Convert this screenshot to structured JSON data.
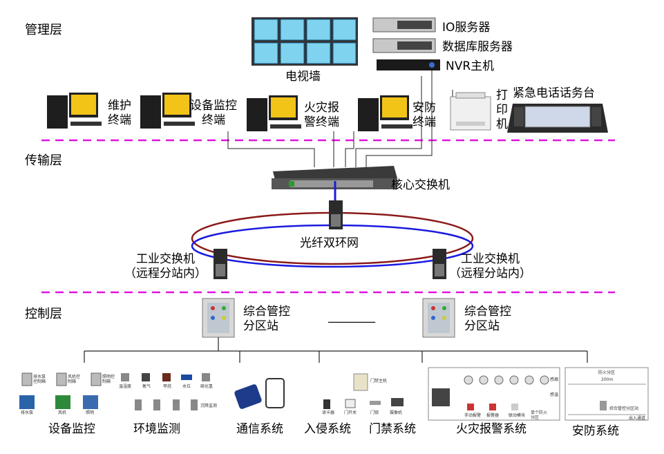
{
  "layers": {
    "management": "管理层",
    "transmission": "传输层",
    "control": "控制层"
  },
  "management": {
    "tv_wall": "电视墙",
    "io_server": "IO服务器",
    "db_server": "数据库服务器",
    "nvr": "NVR主机",
    "terminal_maintenance": "维护\n终端",
    "terminal_equipment": "设备监控\n终端",
    "terminal_fire": "火灾报\n警终端",
    "terminal_security": "安防\n终端",
    "printer": "打\n印\n机",
    "emergency_console": "紧急电话话务台"
  },
  "transmission": {
    "core_switch": "核心交换机",
    "fiber_ring": "光纤双环网",
    "industrial_switch_left": "工业交换机\n（远程分站内）",
    "industrial_switch_right": "工业交换机\n（远程分站内）"
  },
  "control": {
    "station_left": "综合管控\n分区站",
    "station_right": "综合管控\n分区站",
    "ellipsis": "________",
    "subsystems": {
      "equipment": "设备监控",
      "environment": "环境监测",
      "communication": "通信系统",
      "intrusion": "入侵系统",
      "access": "门禁系统",
      "fire": "火灾报警系统",
      "security": "安防系统"
    },
    "equipment_items": [
      "排水泵\n控制箱",
      "风机控\n制箱",
      "照明控\n制箱",
      "排水泵",
      "风机",
      "照明"
    ],
    "environment_items": [
      "温湿度",
      "氧气",
      "甲烷",
      "水位",
      "硫化氢",
      "沉降监测"
    ],
    "intrusion_items": [
      "门禁主机",
      "读卡器",
      "门开关",
      "门锁",
      "摄像机"
    ],
    "fire_items": [
      "感烟",
      "感温",
      "手动报警",
      "报警器",
      "联动模块",
      "单个防火\n分区"
    ],
    "security_items": [
      "防火分区",
      "200m",
      "综合管控分区站",
      "出入通道"
    ]
  },
  "colors": {
    "divider": "#e012e0",
    "ring_red": "#8b1a1a",
    "ring_blue": "#1a1ae0",
    "screen": "#7fd3ee"
  }
}
